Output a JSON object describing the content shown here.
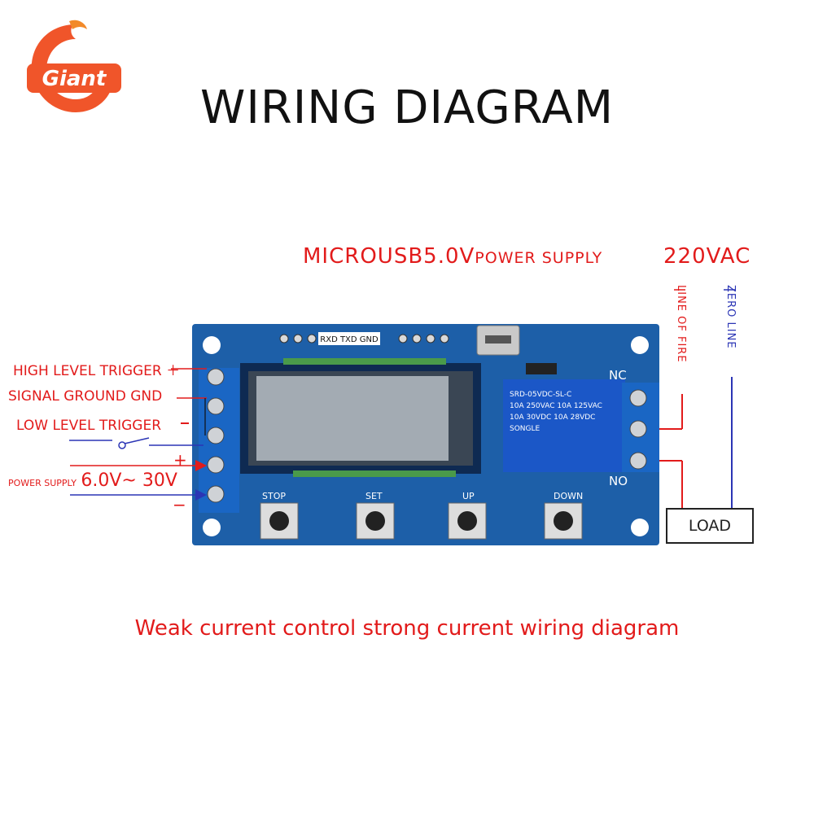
{
  "logo": {
    "text": "Giant"
  },
  "title": "WIRING DIAGRAM",
  "power": {
    "usb": "MICROUSB5.0V",
    "usb_suffix": "POWER SUPPLY",
    "ac": "220VAC"
  },
  "vertical": {
    "fire": "LINE OF FIRE",
    "zero": "ZERO LINE"
  },
  "left_labels": {
    "high": "HIGH LEVEL TRIGGER",
    "gnd": "SIGNAL GROUND GND",
    "low": "LOW LEVEL TRIGGER",
    "supply_prefix": "POWER SUPPLY",
    "supply_range": "6.0V~ 30V",
    "plus": "+",
    "minus": "−"
  },
  "board": {
    "header": "RXD TXD GND",
    "buttons": [
      "STOP",
      "SET",
      "UP",
      "DOWN"
    ],
    "relay_text": [
      "SRD-05VDC-SL-C",
      "10A 250VAC 10A 125VAC",
      "10A 30VDC 10A 28VDC",
      "SONGLE"
    ],
    "nc": "NC",
    "no": "NO"
  },
  "load": "LOAD",
  "caption": "Weak current control strong current wiring diagram",
  "colors": {
    "red": "#e21b1b",
    "blue": "#2b35b5",
    "pcb": "#1d5fa8"
  }
}
